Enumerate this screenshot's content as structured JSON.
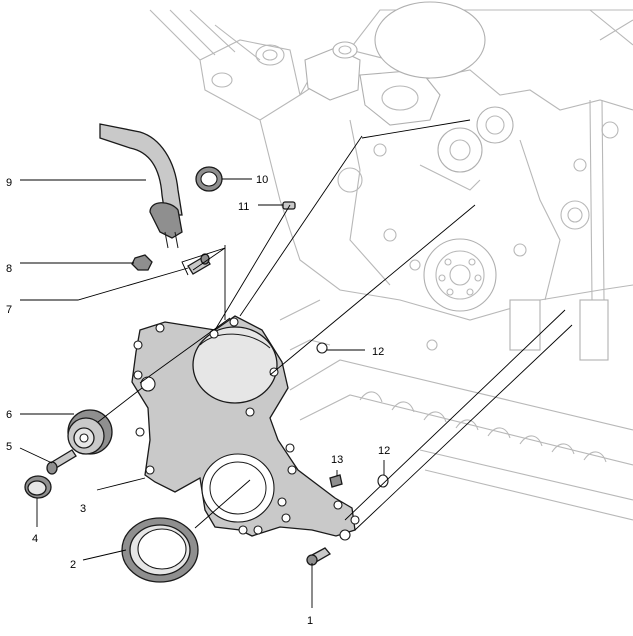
{
  "callouts": [
    {
      "id": "1",
      "label": "1"
    },
    {
      "id": "2",
      "label": "2"
    },
    {
      "id": "3",
      "label": "3"
    },
    {
      "id": "4",
      "label": "4"
    },
    {
      "id": "5",
      "label": "5"
    },
    {
      "id": "6",
      "label": "6"
    },
    {
      "id": "7",
      "label": "7"
    },
    {
      "id": "8",
      "label": "8"
    },
    {
      "id": "9",
      "label": "9"
    },
    {
      "id": "10",
      "label": "10"
    },
    {
      "id": "11",
      "label": "11"
    },
    {
      "id": "12a",
      "label": "12"
    },
    {
      "id": "12b",
      "label": "12"
    },
    {
      "id": "13",
      "label": "13"
    }
  ]
}
